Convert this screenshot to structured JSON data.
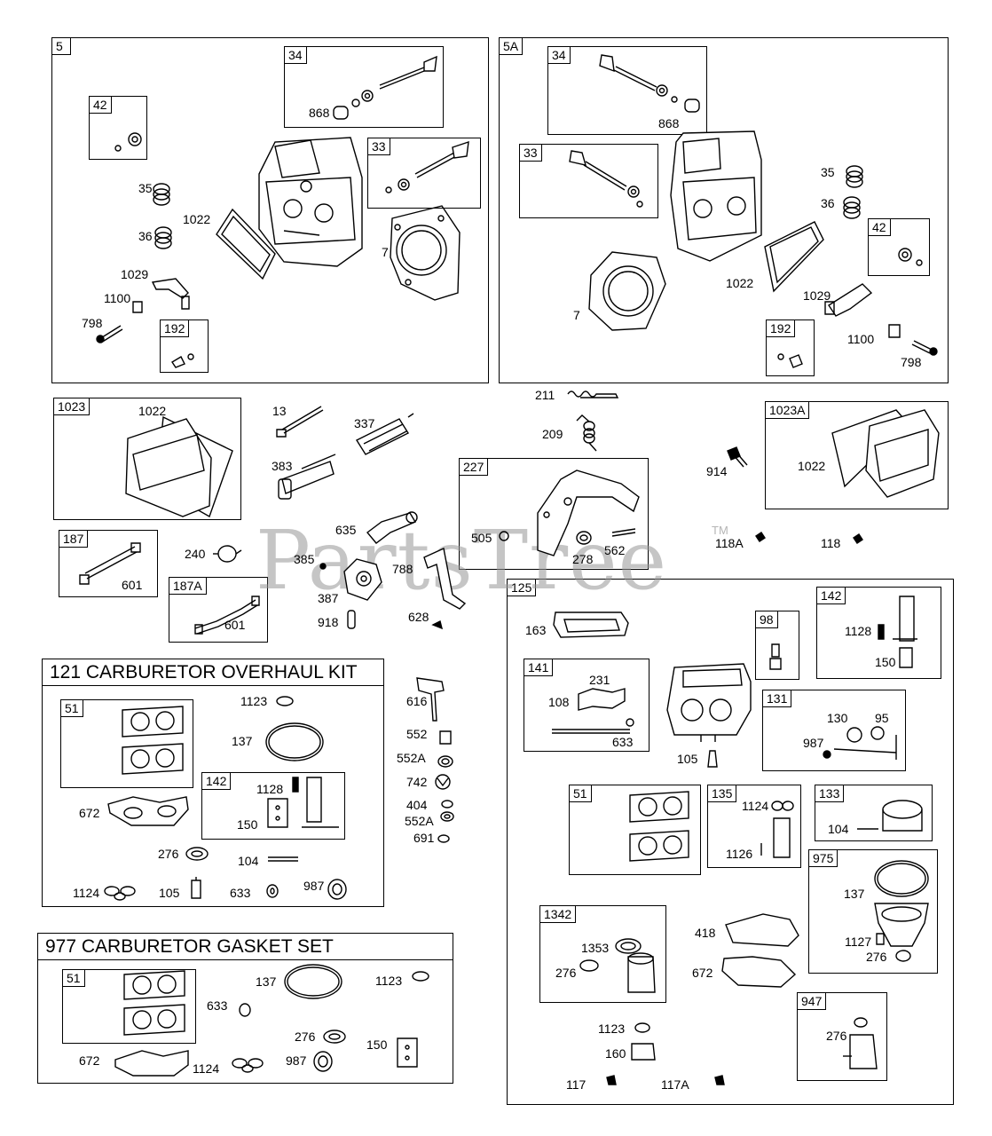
{
  "watermark": {
    "text": "PartsTree",
    "tm": "TM"
  },
  "boxes": {
    "b5": "5",
    "b5a": "5A",
    "b34a": "34",
    "b34b": "34",
    "b42a": "42",
    "b42b": "42",
    "b33a": "33",
    "b33b": "33",
    "b192a": "192",
    "b192b": "192",
    "b1023": "1023",
    "b1023a": "1023A",
    "b227": "227",
    "b187": "187",
    "b187a": "187A",
    "b125": "125",
    "b142a": "142",
    "b142b": "142",
    "b98": "98",
    "b141": "141",
    "b131": "131",
    "b51a": "51",
    "b51b": "51",
    "b51c": "51",
    "b135": "135",
    "b133": "133",
    "b975": "975",
    "b1342": "1342",
    "b947": "947"
  },
  "kits": {
    "overhaul": "121 CARBURETOR OVERHAUL KIT",
    "gasket": "977 CARBURETOR GASKET SET"
  },
  "labels": {
    "l868a": "868",
    "l35a": "35",
    "l1022a": "1022",
    "l36a": "36",
    "l7a": "7",
    "l1029a": "1029",
    "l1100a": "1100",
    "l798a": "798",
    "l868b": "868",
    "l35b": "35",
    "l36b": "36",
    "l7b": "7",
    "l1022b": "1022",
    "l1029b": "1029",
    "l1100b": "1100",
    "l798b": "798",
    "l211": "211",
    "l209": "209",
    "l13": "13",
    "l337": "337",
    "l383": "383",
    "l1022c": "1022",
    "l505": "505",
    "l278": "278",
    "l562": "562",
    "l914": "914",
    "l1022d": "1022",
    "l118a": "118A",
    "l118": "118",
    "l635": "635",
    "l240": "240",
    "l385": "385",
    "l788": "788",
    "l601a": "601",
    "l601b": "601",
    "l387": "387",
    "l918": "918",
    "l628": "628",
    "l1123a": "1123",
    "l137a": "137",
    "l1128a": "1128",
    "l150a": "150",
    "l672a": "672",
    "l276a": "276",
    "l104a": "104",
    "l1124a": "1124",
    "l105a": "105",
    "l633a": "633",
    "l987a": "987",
    "l616": "616",
    "l552": "552",
    "l552a": "552A",
    "l742": "742",
    "l404": "404",
    "l552a2": "552A",
    "l691": "691",
    "l137b": "137",
    "l633b": "633",
    "l1123b": "1123",
    "l276b": "276",
    "l150b": "150",
    "l672b": "672",
    "l1124b": "1124",
    "l987b": "987",
    "l163": "163",
    "l1128b": "1128",
    "l150c": "150",
    "l231": "231",
    "l108": "108",
    "l633c": "633",
    "l105b": "105",
    "l130": "130",
    "l95": "95",
    "l987c": "987",
    "l1124c": "1124",
    "l1126": "1126",
    "l104b": "104",
    "l137c": "137",
    "l1127": "1127",
    "l276c": "276",
    "l418": "418",
    "l672c": "672",
    "l1353": "1353",
    "l276d": "276",
    "l276e": "276",
    "l1123c": "1123",
    "l160": "160",
    "l117": "117",
    "l117a": "117A"
  },
  "colors": {
    "line": "#000000",
    "watermark": "#969696"
  }
}
